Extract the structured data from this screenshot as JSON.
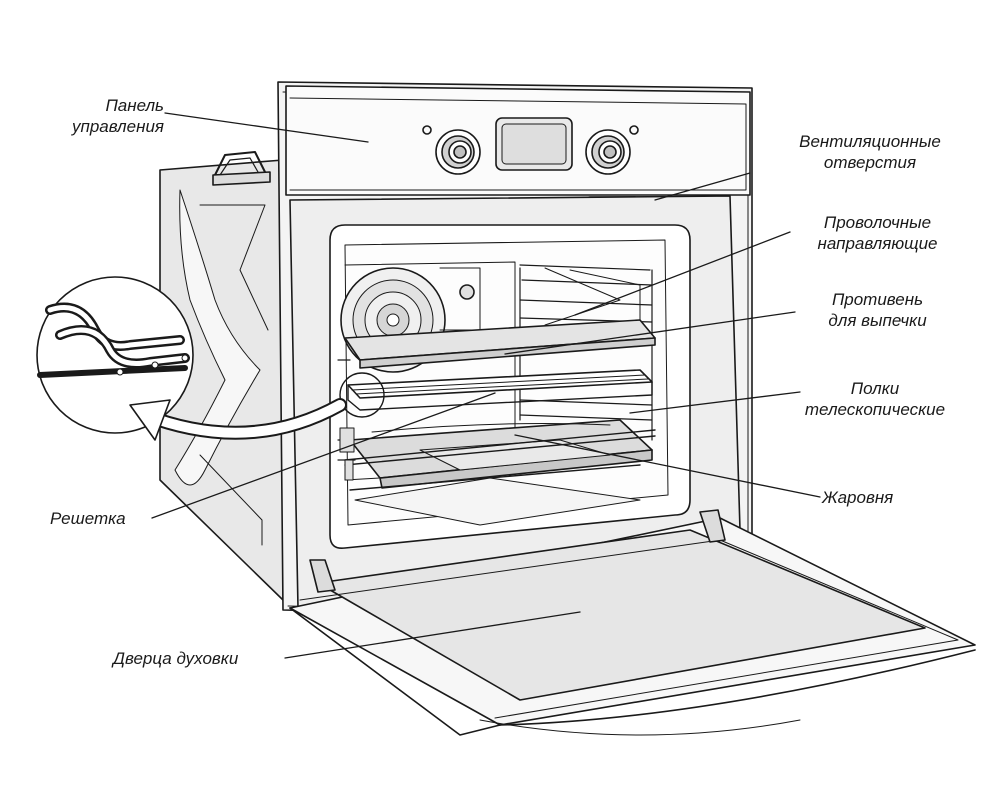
{
  "labels": {
    "control_panel": {
      "line1": "Панель",
      "line2": "управления"
    },
    "vents": {
      "line1": "Вентиляционные",
      "line2": "отверстия"
    },
    "wire_guides": {
      "line1": "Проволочные",
      "line2": "направляющие"
    },
    "baking_tray": {
      "line1": "Противень",
      "line2": "для выпечки"
    },
    "telescopic_shelves": {
      "line1": "Полки",
      "line2": "телескопические"
    },
    "roasting_pan": "Жаровня",
    "grill_rack": "Решетка",
    "oven_door": "Дверца духовки"
  },
  "colors": {
    "stroke": "#1a1a1a",
    "panel_fill": "#f2f2f2",
    "shade": "#d9d9d9",
    "side_fill": "#e6e6e6"
  }
}
